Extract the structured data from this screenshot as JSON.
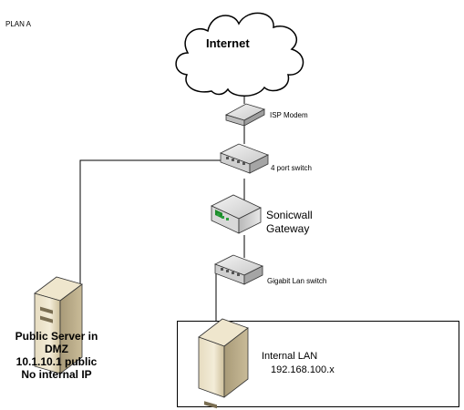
{
  "labels": {
    "plan": "PLAN A",
    "internet": "Internet",
    "isp_modem": "ISP Modem",
    "four_port_switch": "4 port switch",
    "gateway_line1": "Sonicwall",
    "gateway_line2": "Gateway",
    "lan_switch": "Gigabit Lan switch",
    "public_server_line1": "Public Server in",
    "public_server_line2": "DMZ",
    "public_server_line3": "10.1.10.1 public",
    "public_server_line4": "No internal IP",
    "internal_lan_line1": "Internal LAN",
    "internal_lan_line2": "192.168.100.x"
  },
  "icons": {
    "cloud": "cloud-icon",
    "modem": "modem-icon",
    "switch": "switch-icon",
    "firewall": "firewall-icon",
    "server": "server-icon"
  }
}
